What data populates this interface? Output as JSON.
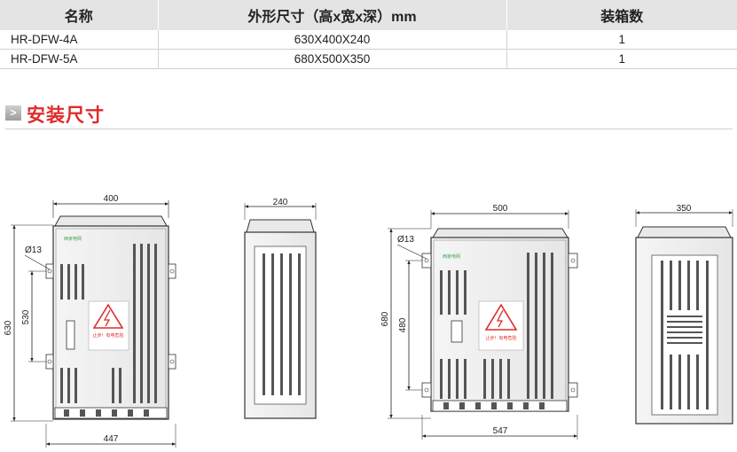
{
  "table": {
    "headers": [
      "名称",
      "外形尺寸（高x宽x深）mm",
      "装箱数"
    ],
    "rows": [
      {
        "model": "HR-DFW-4A",
        "size": "630X400X240",
        "qty": "1"
      },
      {
        "model": "HR-DFW-5A",
        "size": "680X500X350",
        "qty": "1"
      }
    ]
  },
  "section": {
    "marker": ">",
    "title": "安装尺寸"
  },
  "drawings": {
    "box4a_front": {
      "width_top": "400",
      "width_bottom": "447",
      "height_total": "630",
      "height_mount": "530",
      "hole": "Ø13",
      "brand": "西家电网",
      "warning_lines": [
        "止步！有电危险"
      ]
    },
    "box4a_side": {
      "depth": "240"
    },
    "box5a_front": {
      "width_top": "500",
      "width_bottom": "547",
      "height_total": "680",
      "height_mount": "480",
      "hole": "Ø13",
      "brand": "西家电网",
      "warning_lines": [
        "止步！有电危险"
      ]
    },
    "box5a_side": {
      "depth": "350"
    }
  },
  "colors": {
    "accent": "#e02a2a",
    "header_bg": "#e4e4e4"
  }
}
